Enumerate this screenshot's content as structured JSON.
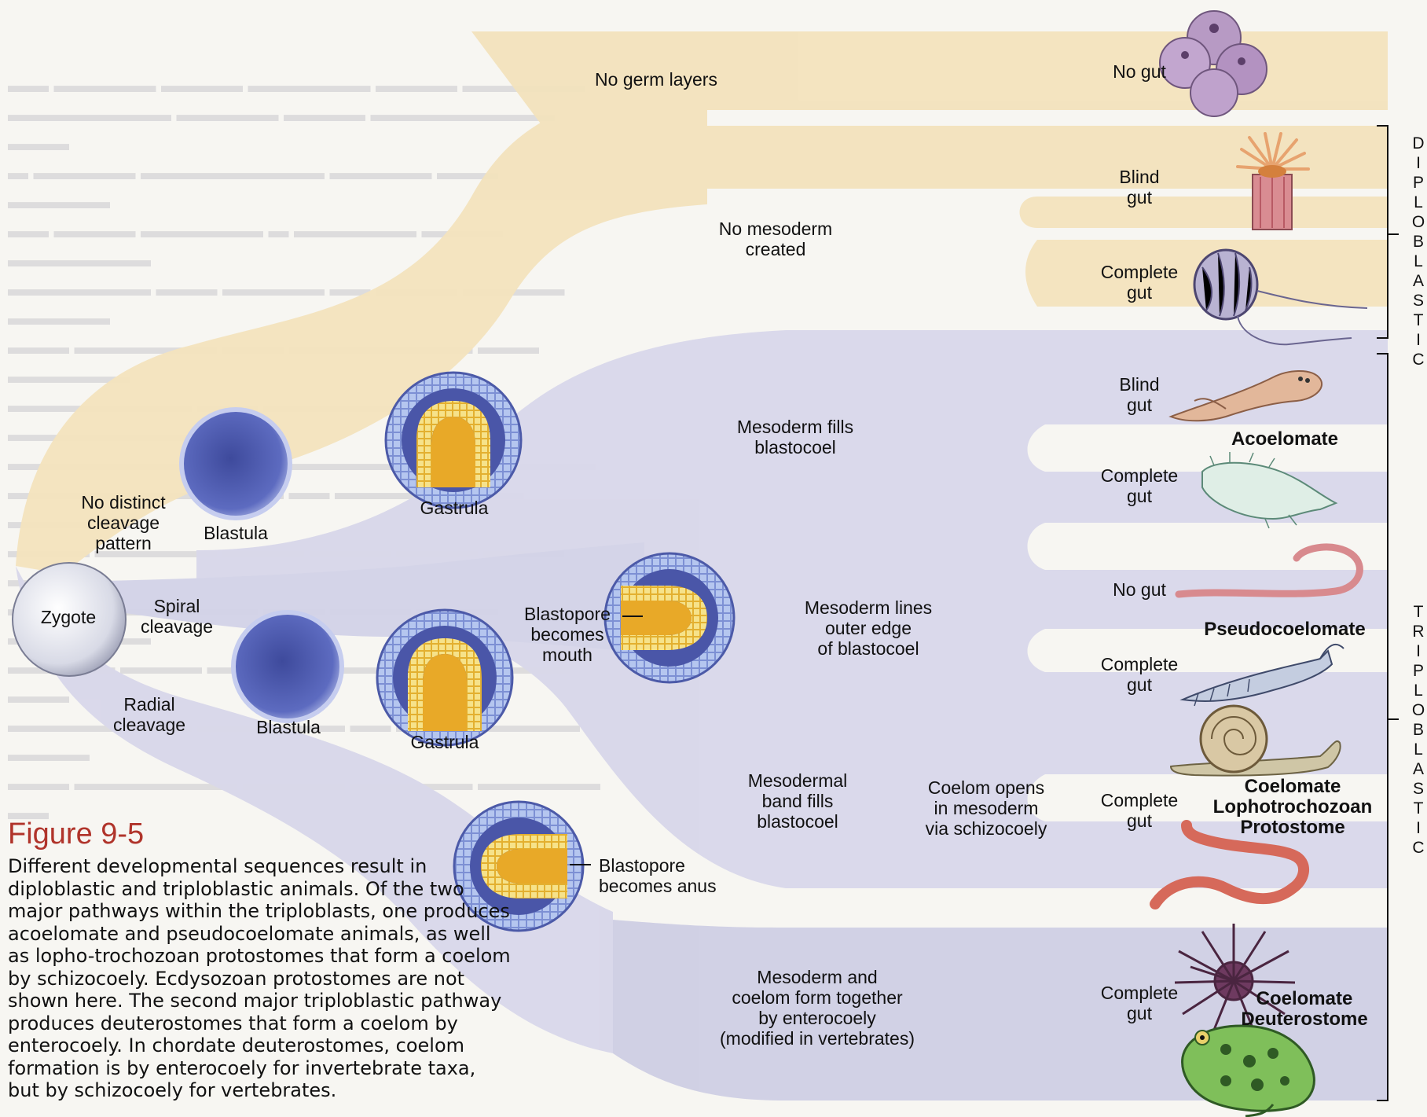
{
  "colors": {
    "diploblast_band": "#f3e3bd",
    "triploblast_band": "#d9d8ea",
    "deep_band": "#cbcbe0",
    "embryo_blue": "#5a66b8",
    "endoderm_yellow": "#e8b53a",
    "figure_title_red": "#b0342b"
  },
  "stages": {
    "zygote": "Zygote",
    "no_distinct_cleavage": "No distinct\ncleavage\npattern",
    "spiral_cleavage": "Spiral\ncleavage",
    "radial_cleavage": "Radial\ncleavage",
    "blastula_top": "Blastula",
    "blastula_bottom": "Blastula",
    "gastrula_top": "Gastrula",
    "gastrula_bottom": "Gastrula",
    "blastopore_mouth": "Blastopore\nbecomes\nmouth",
    "blastopore_anus": "Blastopore\nbecomes anus"
  },
  "branch_labels": {
    "no_germ_layers": "No germ layers",
    "no_mesoderm": "No mesoderm\ncreated",
    "mesoderm_fills": "Mesoderm fills\nblastocoel",
    "mesoderm_lines": "Mesoderm lines\nouter edge\nof blastocoel",
    "mesodermal_band": "Mesodermal\nband fills\nblastocoel",
    "coelom_opens": "Coelom opens\nin mesoderm\nvia schizocoely",
    "mesoderm_and_coelom": "Mesoderm and\ncoelom form together\nby enterocoely\n(modified in vertebrates)"
  },
  "gut_labels": [
    "No gut",
    "Blind\ngut",
    "Complete\ngut",
    "Blind\ngut",
    "Complete\ngut",
    "No gut",
    "Complete\ngut",
    "Complete\ngut",
    "Complete\ngut"
  ],
  "groups": {
    "acoelomate": "Acoelomate",
    "pseudocoelomate": "Pseudocoelomate",
    "coelomate_lopho": "Coelomate\nLophotrochozoan\nProtostome",
    "coelomate_deut": "Coelomate\nDeuterostome"
  },
  "brackets": {
    "diploblastic": "D\nI\nP\nL\nO\nB\nL\nA\nS\nT\nI\nC",
    "triploblastic": "T\nR\nI\nP\nL\nO\nB\nL\nA\nS\nT\nI\nC"
  },
  "animal_icons": [
    "sponge-icon",
    "sea-anemone-icon",
    "comb-jelly-icon",
    "flatworm-icon",
    "gastrotrich-icon",
    "nematode-icon",
    "rotifer-icon",
    "snail-icon",
    "earthworm-icon",
    "sea-urchin-icon",
    "frog-icon"
  ],
  "figure": {
    "title": "Figure 9-5",
    "caption": "Different developmental sequences result in diploblastic and triploblastic animals. Of the two major pathways within the triploblasts, one produces acoelomate and pseudocoelomate animals, as well as lopho-trochozoan protostomes that form a coelom by schizocoely. Ecdysozoan protostomes are not shown here. The second major triploblastic pathway produces deuterostomes that form a coelom by enterocoely. In chordate deuterostomes, coelom formation is by enterocoely for invertebrate taxa, but by schizocoely for vertebrates."
  }
}
